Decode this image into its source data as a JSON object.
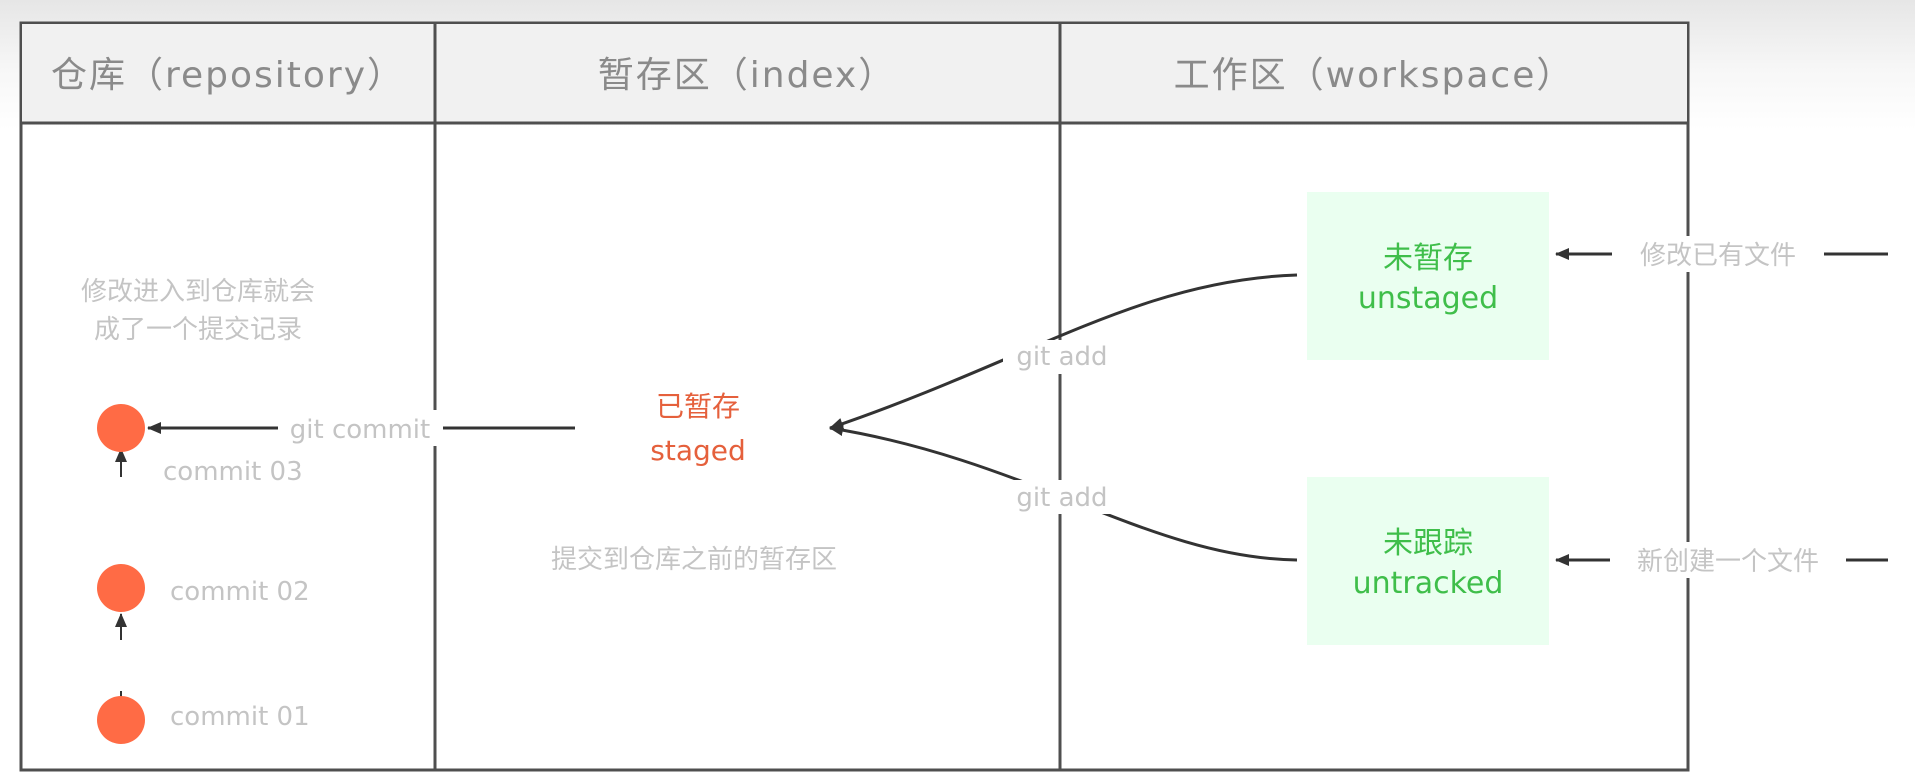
{
  "columns": [
    {
      "title": "仓库（repository）"
    },
    {
      "title": "暂存区（index）"
    },
    {
      "title": "工作区（workspace）"
    }
  ],
  "repository": {
    "note": [
      "修改进入到仓库就会",
      "成了一个提交记录"
    ],
    "commits": [
      "commit 03",
      "commit 02",
      "commit 01"
    ],
    "commit_color": "#ff6b45"
  },
  "index": {
    "staged_cn": "已暂存",
    "staged_en": "staged",
    "note": "提交到仓库之前的暂存区",
    "arrow_label": "git commit"
  },
  "workspace": {
    "unstaged_cn": "未暂存",
    "unstaged_en": "unstaged",
    "untracked_cn": "未跟踪",
    "untracked_en": "untracked",
    "add_label_top": "git add",
    "add_label_bottom": "git add",
    "incoming_top": "修改已有文件",
    "incoming_bottom": "新创建一个文件",
    "box_fill": "#eafff0",
    "text_green": "#3fbe4a"
  }
}
